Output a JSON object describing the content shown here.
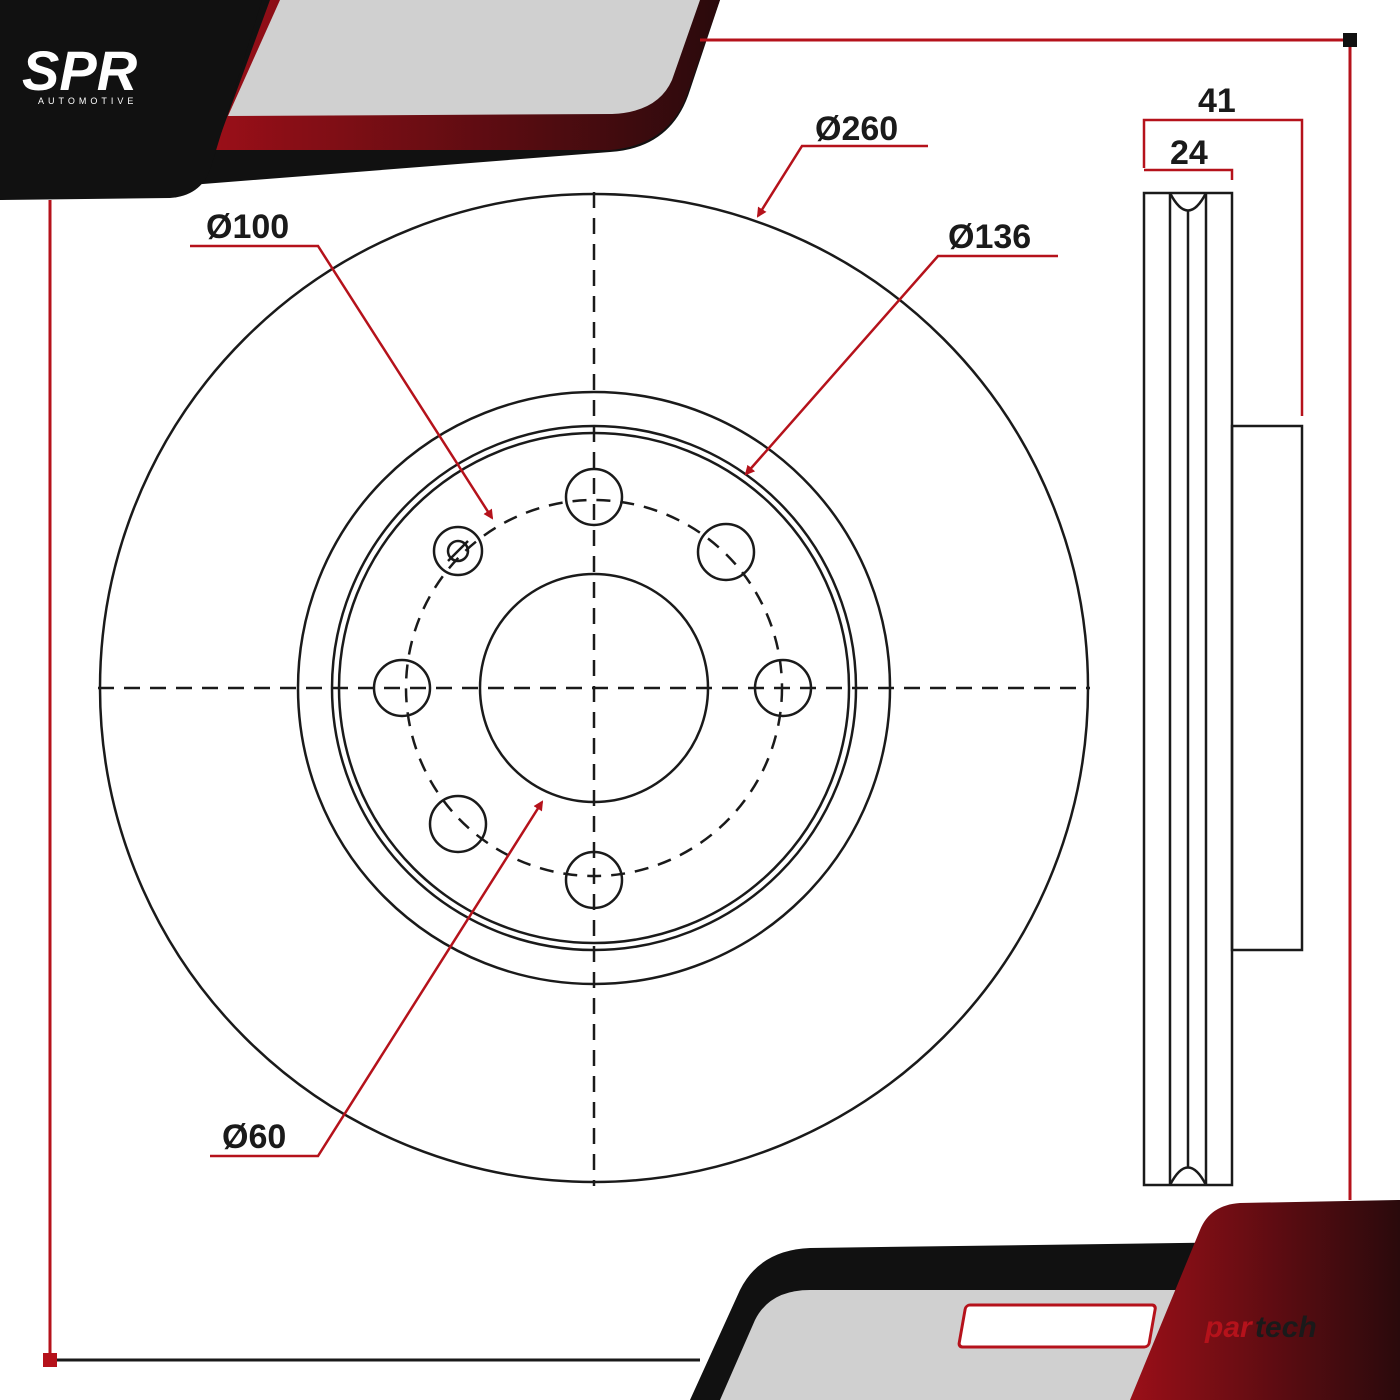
{
  "branding": {
    "brand_logo": "SPR",
    "brand_subtitle": "AUTOMOTIVE",
    "partner_logo_left": "par",
    "partner_logo_right": "tech"
  },
  "dimensions": {
    "outer_diameter": "Ø260",
    "hub_diameter": "Ø136",
    "bolt_circle": "Ø100",
    "center_bore": "Ø60",
    "total_height": "41",
    "disc_thickness": "24"
  },
  "colors": {
    "accent_red": "#b5121b",
    "outline": "#1a1a1a",
    "banner_gray": "#d0d0d0"
  }
}
